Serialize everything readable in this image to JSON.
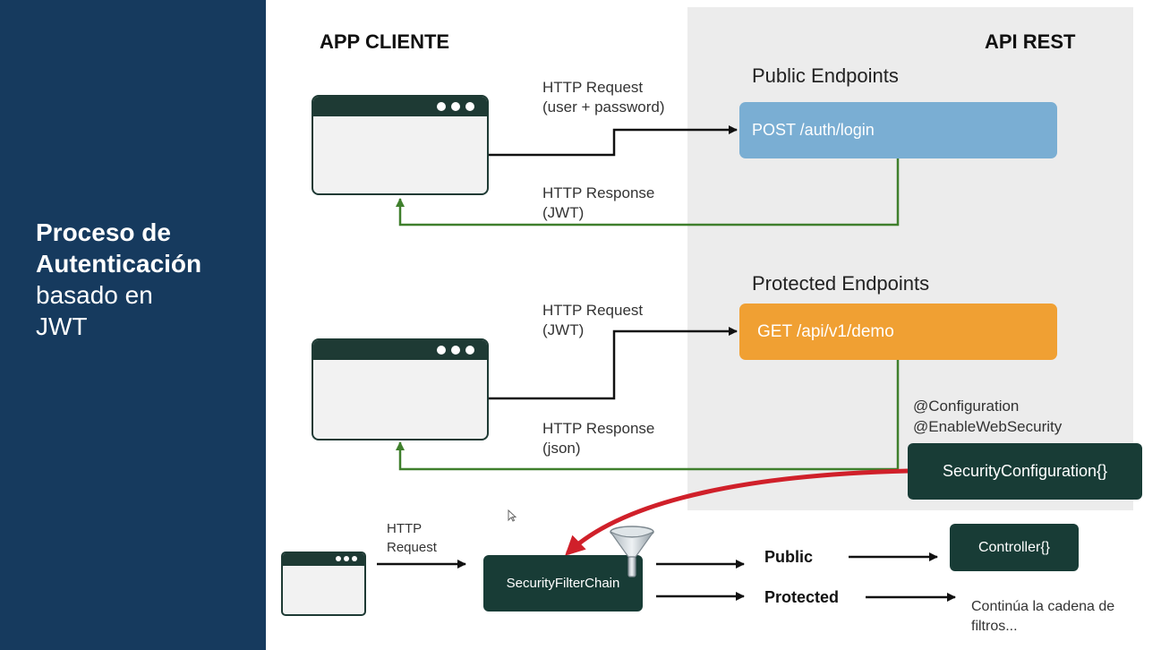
{
  "sidebar": {
    "title_line1": "Proceso de",
    "title_line2": "Autenticación",
    "title_line3": "basado en",
    "title_line4": "JWT"
  },
  "headers": {
    "client": "APP CLIENTE",
    "api": "API REST"
  },
  "public_section": {
    "title": "Public Endpoints",
    "endpoint": "POST /auth/login",
    "request_line1": "HTTP Request",
    "request_line2": "(user + password)",
    "response_line1": "HTTP Response",
    "response_line2": "(JWT)"
  },
  "protected_section": {
    "title": "Protected Endpoints",
    "endpoint": "GET /api/v1/demo",
    "request_line1": "HTTP Request",
    "request_line2": "(JWT)",
    "response_line1": "HTTP Response",
    "response_line2": "(json)"
  },
  "security": {
    "annotation1": "@Configuration",
    "annotation2": "@EnableWebSecurity",
    "config_class": "SecurityConfiguration{}"
  },
  "filter_flow": {
    "request_line1": "HTTP",
    "request_line2": "Request",
    "filter_chain": "SecurityFilterChain",
    "public_label": "Public",
    "protected_label": "Protected",
    "controller": "Controller{}",
    "continue_line1": "Continúa la cadena de",
    "continue_line2": "filtros..."
  },
  "colors": {
    "sidebar": "#163a5e",
    "public_endpoint": "#7aaed3",
    "protected_endpoint": "#f0a033",
    "dark_box": "#183c36",
    "response_arrow": "#3f7f2c",
    "highlight_arrow": "#d0202a"
  },
  "icons": {
    "filter": "funnel-icon",
    "cursor": "mouse-pointer-icon"
  }
}
